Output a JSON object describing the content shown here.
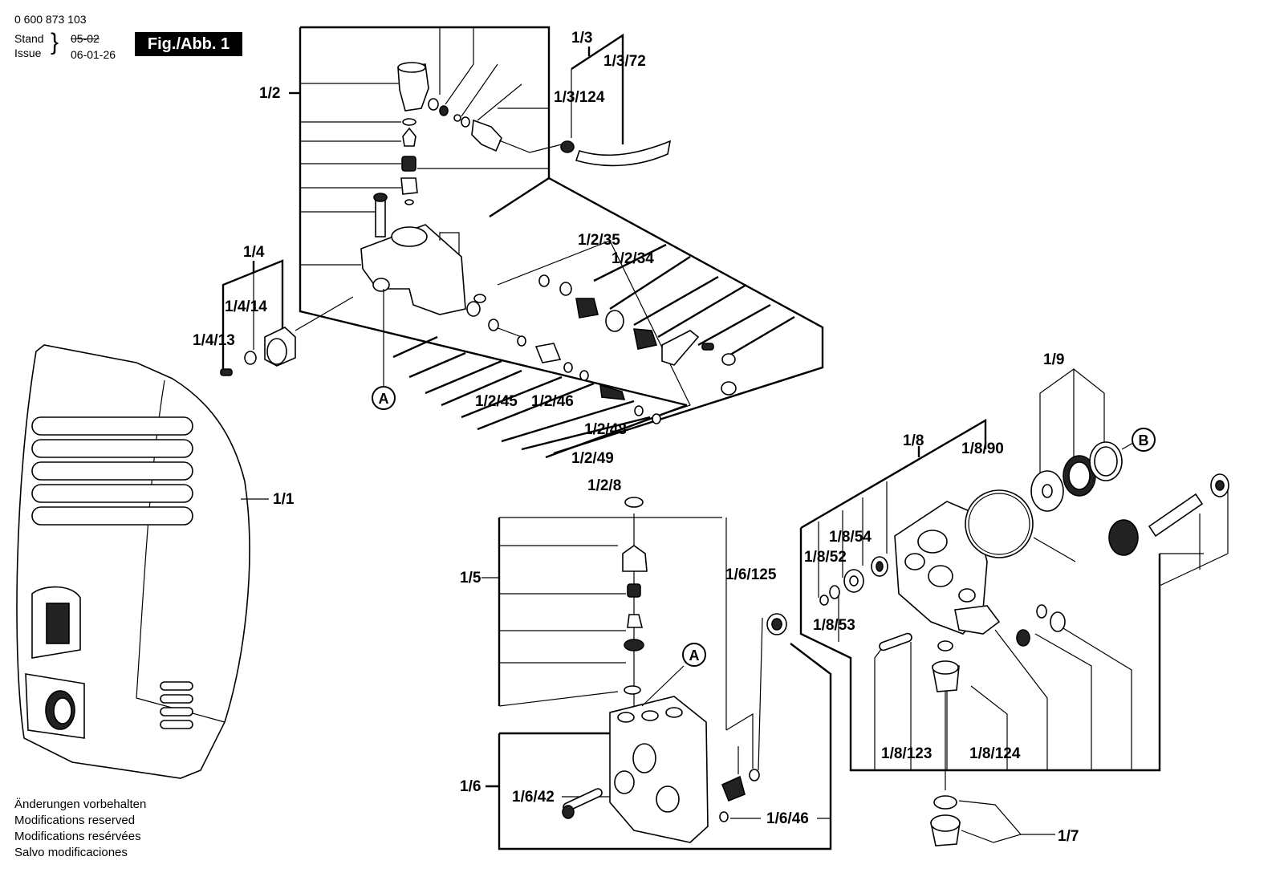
{
  "header": {
    "doc_number": "0 600 873 103",
    "stand_label": "Stand",
    "issue_label": "Issue",
    "old_date": "05-02",
    "date": "06-01-26",
    "figure_label": "Fig./Abb. 1"
  },
  "footer": {
    "notes": [
      "Änderungen vorbehalten",
      "Modifications reserved",
      "Modifications resérvées",
      "Salvo modificaciones"
    ]
  },
  "callouts": {
    "ref_a": "A",
    "ref_a2": "A",
    "ref_b": "B"
  },
  "part_labels": {
    "p1_1": "1/1",
    "p1_2": "1/2",
    "p1_2_8": "1/2/8",
    "p1_2_34": "1/2/34",
    "p1_2_35": "1/2/35",
    "p1_2_45": "1/2/45",
    "p1_2_46": "1/2/46",
    "p1_2_48": "1/2/48",
    "p1_2_49": "1/2/49",
    "p1_3": "1/3",
    "p1_3_72": "1/3/72",
    "p1_3_124": "1/3/124",
    "p1_4": "1/4",
    "p1_4_13": "1/4/13",
    "p1_4_14": "1/4/14",
    "p1_5": "1/5",
    "p1_6": "1/6",
    "p1_6_42": "1/6/42",
    "p1_6_46": "1/6/46",
    "p1_6_125": "1/6/125",
    "p1_7": "1/7",
    "p1_8": "1/8",
    "p1_8_52": "1/8/52",
    "p1_8_53": "1/8/53",
    "p1_8_54": "1/8/54",
    "p1_8_90": "1/8/90",
    "p1_8_123": "1/8/123",
    "p1_8_124": "1/8/124",
    "p1_9": "1/9"
  }
}
